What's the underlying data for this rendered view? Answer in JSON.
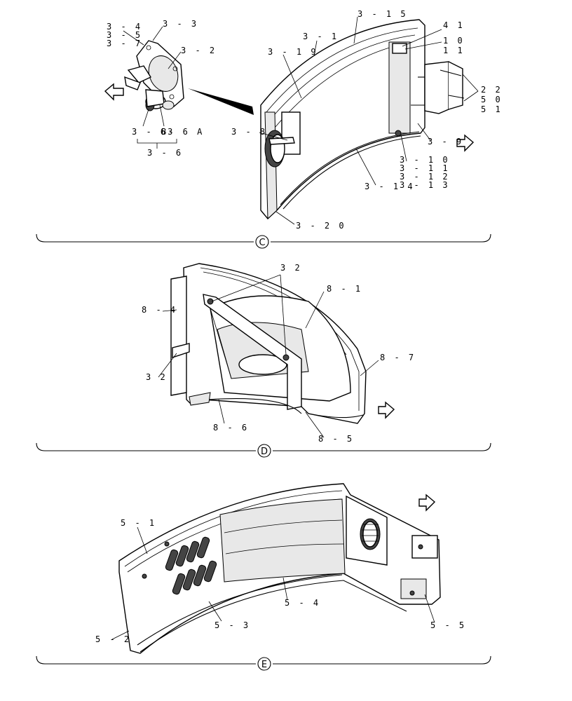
{
  "sections": [
    {
      "id": "C",
      "labels": {
        "l_3_4": "3 - 4",
        "l_3_5": "3 - 5",
        "l_3_7": "3 - 7",
        "l_3_3": "3 - 3",
        "l_3_2": "3 - 2",
        "l_3_63": "3 - 63",
        "l_b_6a": "B- 6 A",
        "l_3_6": "3 - 6",
        "l_3_15": "3 - 1 5",
        "l_3_1": "3 - 1",
        "l_3_19": "3 - 1 9",
        "l_41": "4 1",
        "l_10": "1 0",
        "l_11": "1 1",
        "l_22": "2 2",
        "l_50": "5 0",
        "l_51": "5 1",
        "l_3_8": "3 - 8",
        "l_3_9": "3 - 9",
        "l_3_10": "3 - 1 0",
        "l_3_11": "3 - 1 1",
        "l_3_12": "3 - 1 2",
        "l_3_13": "3 - 1 3",
        "l_3_14": "3 - 1 4",
        "l_3_20": "3 - 2 0"
      }
    },
    {
      "id": "D",
      "labels": {
        "l_32_top": "3 2",
        "l_8_1": "8 - 1",
        "l_8_4": "8 - 4",
        "l_8_7": "8 - 7",
        "l_32_left": "3 2",
        "l_8_6": "8 - 6",
        "l_8_5": "8 - 5"
      }
    },
    {
      "id": "E",
      "labels": {
        "l_5_1": "5 - 1",
        "l_5_2": "5 - 2",
        "l_5_3": "5 - 3",
        "l_5_4": "5 - 4",
        "l_5_5": "5 - 5"
      }
    }
  ]
}
